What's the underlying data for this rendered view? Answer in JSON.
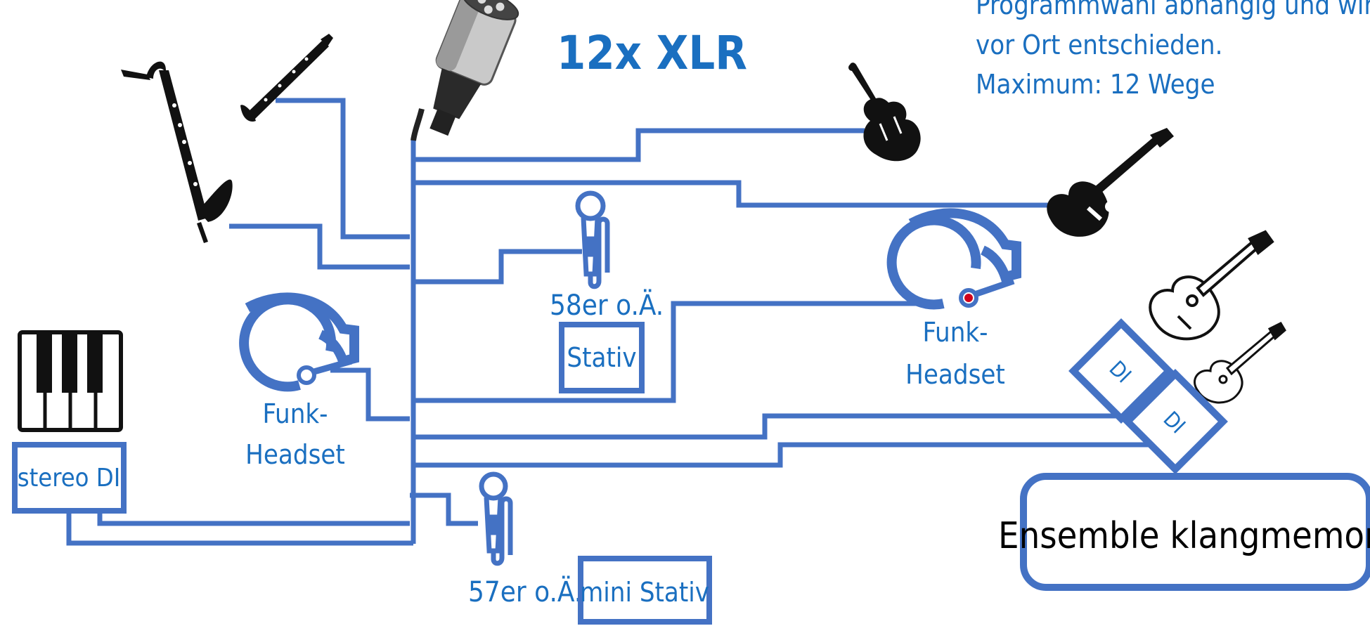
{
  "colors": {
    "line": "#4472c4",
    "label": "#1a6fc0",
    "icon": "#111111",
    "accent": "#d0021b"
  },
  "header": {
    "connector_title": "12x XLR",
    "note_lines": [
      "Programmwahl abhängig und wird",
      "vor Ort entschieden.",
      "Maximum: 12 Wege"
    ]
  },
  "labels": {
    "mic_58": "58er o.Ä.",
    "stand": "Stativ",
    "mic_57": "57er o.Ä.",
    "mini_stand": "mini Stativ",
    "headset_left": [
      "Funk-",
      "Headset"
    ],
    "headset_right": [
      "Funk-",
      "Headset"
    ],
    "stereo_di": "stereo DI",
    "di_1": "DI",
    "di_2": "DI",
    "ensemble": "Ensemble klangmemory"
  },
  "icons": [
    "xlr-connector-icon",
    "bass-clarinet-icon",
    "clarinet-icon",
    "violin-icon",
    "acoustic-guitar-icon",
    "guitar-outline-icon",
    "ukulele-icon",
    "piano-keys-icon",
    "headset-icon",
    "handheld-mic-icon"
  ]
}
